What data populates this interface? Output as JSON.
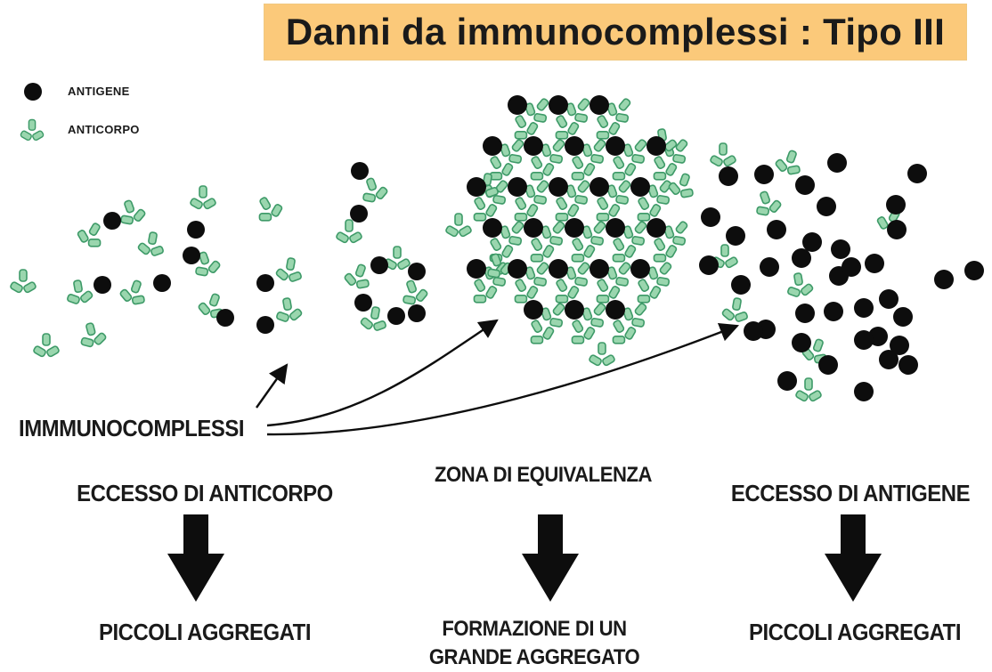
{
  "title": "Danni da immunocomplessi : Tipo III",
  "colors": {
    "title_bg": "#fbc97a",
    "antigen": "#0d0d0d",
    "antibody_fill": "#9ad6ae",
    "antibody_stroke": "#3e9a68",
    "arrow": "#0d0d0d"
  },
  "legend": {
    "antigen": "ANTIGENE",
    "antibody": "ANTICORPO"
  },
  "pointer_label": "IMMMUNOCOMPLESSI",
  "columns": [
    {
      "condition": "ECCESSO DI ANTICORPO",
      "outcome": "PICCOLI AGGREGATI"
    },
    {
      "condition": "ZONA DI EQUIVALENZA",
      "outcome_line1": "FORMAZIONE DI UN",
      "outcome_line2": "GRANDE AGGREGATO"
    },
    {
      "condition": "ECCESSO DI ANTIGENE",
      "outcome": "PICCOLI AGGREGATI"
    }
  ]
}
